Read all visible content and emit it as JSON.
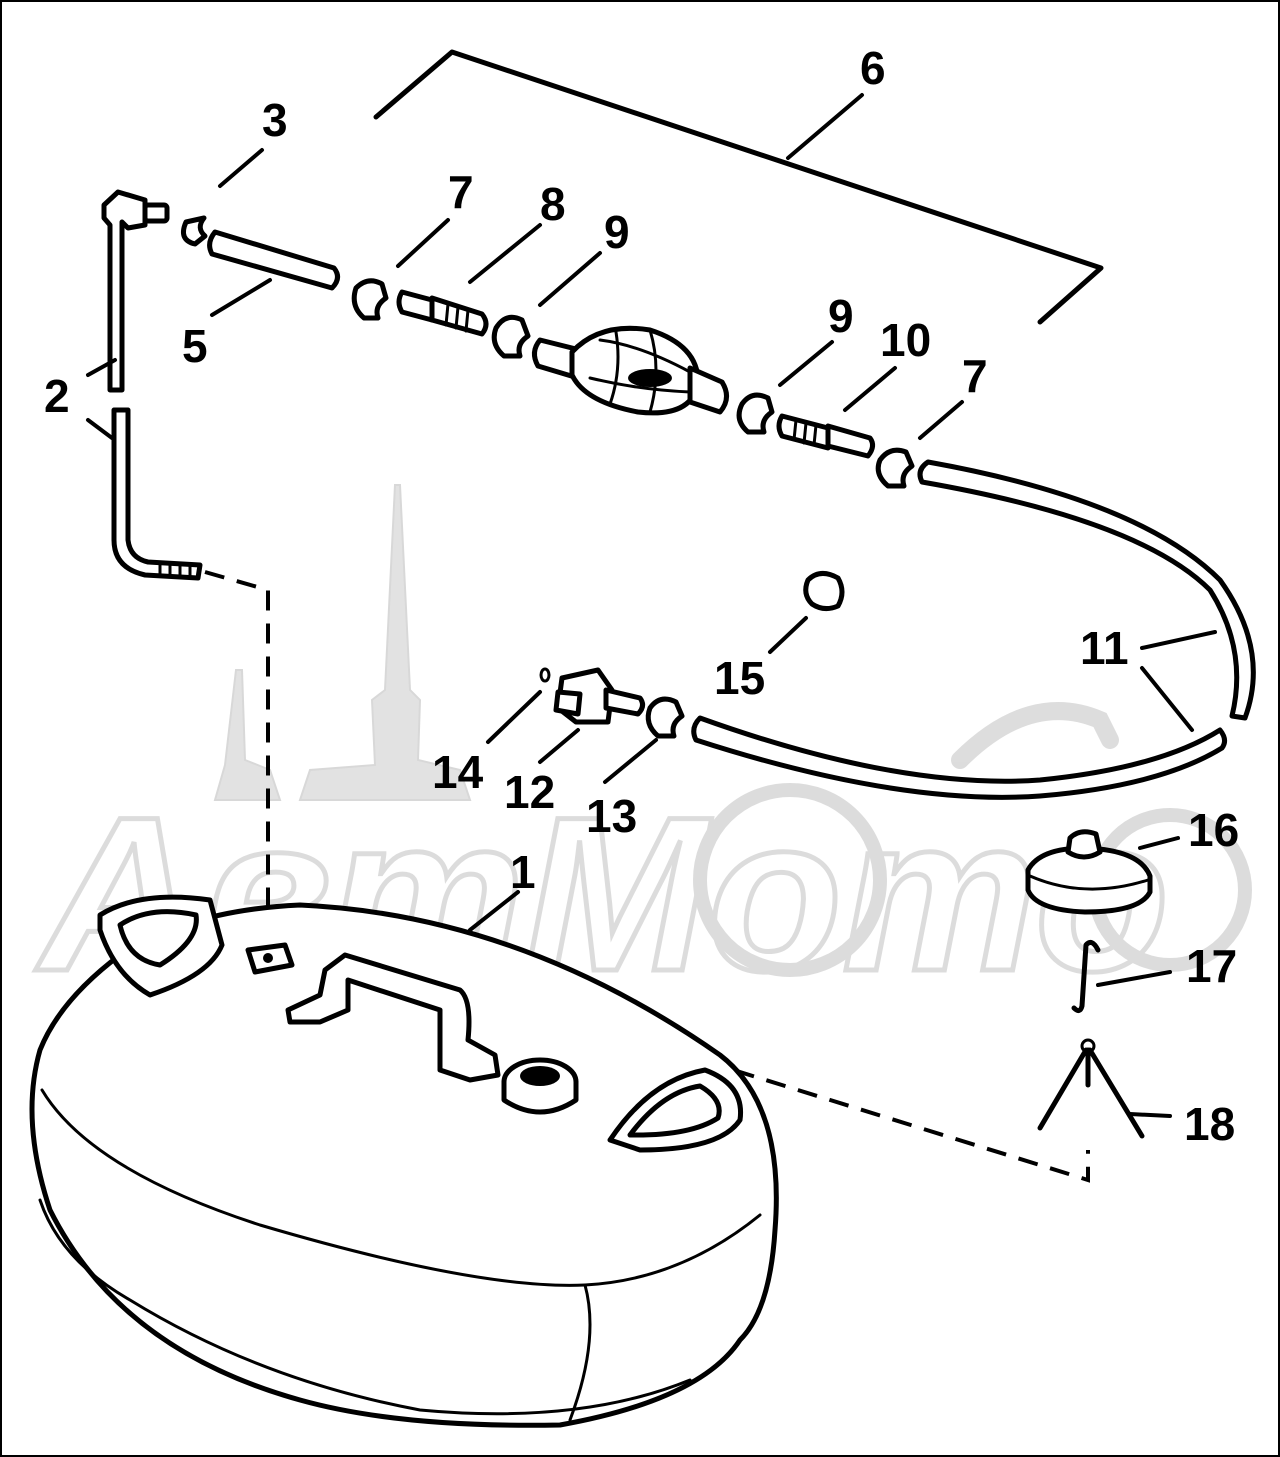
{
  "diagram": {
    "callouts": [
      {
        "id": "c1",
        "label": "1"
      },
      {
        "id": "c2",
        "label": "2"
      },
      {
        "id": "c3",
        "label": "3"
      },
      {
        "id": "c5",
        "label": "5"
      },
      {
        "id": "c6",
        "label": "6"
      },
      {
        "id": "c7a",
        "label": "7"
      },
      {
        "id": "c7b",
        "label": "7"
      },
      {
        "id": "c8",
        "label": "8"
      },
      {
        "id": "c9a",
        "label": "9"
      },
      {
        "id": "c9b",
        "label": "9"
      },
      {
        "id": "c10",
        "label": "10"
      },
      {
        "id": "c11",
        "label": "11"
      },
      {
        "id": "c12",
        "label": "12"
      },
      {
        "id": "c13",
        "label": "13"
      },
      {
        "id": "c14",
        "label": "14"
      },
      {
        "id": "c15",
        "label": "15"
      },
      {
        "id": "c16",
        "label": "16"
      },
      {
        "id": "c17",
        "label": "17"
      },
      {
        "id": "c18",
        "label": "18"
      }
    ],
    "watermark": "АвтМото"
  },
  "colors": {
    "ink": "#000000",
    "paper": "#ffffff",
    "watermark": "#d4d4d4"
  }
}
